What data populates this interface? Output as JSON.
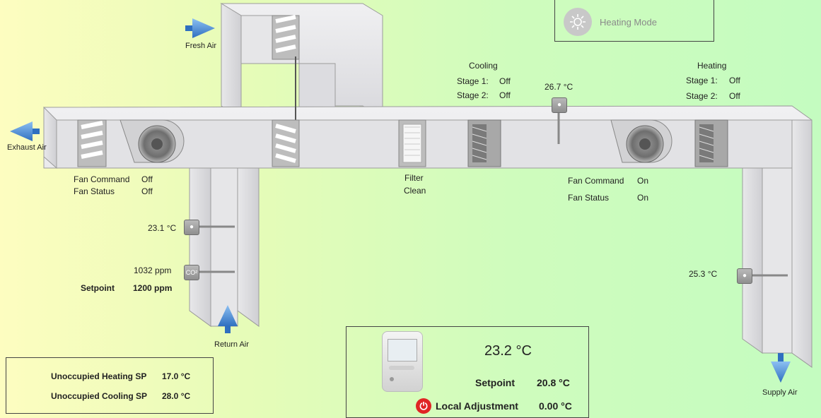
{
  "labels": {
    "fresh_air": "Fresh Air",
    "exhaust_air": "Exhaust Air",
    "return_air": "Return Air",
    "supply_air": "Supply Air"
  },
  "mode": {
    "label": "Heating Mode",
    "icon": "sun-icon"
  },
  "return_fan": {
    "command_label": "Fan Command",
    "command_value": "Off",
    "status_label": "Fan Status",
    "status_value": "Off"
  },
  "supply_fan": {
    "command_label": "Fan Command",
    "command_value": "On",
    "status_label": "Fan Status",
    "status_value": "On"
  },
  "filter": {
    "label": "Filter",
    "status": "Clean"
  },
  "cooling": {
    "title": "Cooling",
    "stage1_label": "Stage 1:",
    "stage1_value": "Off",
    "stage2_label": "Stage 2:",
    "stage2_value": "Off"
  },
  "heating": {
    "title": "Heating",
    "stage1_label": "Stage 1:",
    "stage1_value": "Off",
    "stage2_label": "Stage 2:",
    "stage2_value": "Off"
  },
  "sensors": {
    "mixed_temp": "26.7 °C",
    "return_temp": "23.1 °C",
    "return_co2": "1032 ppm",
    "co2_setpoint_label": "Setpoint",
    "co2_setpoint_value": "1200 ppm",
    "supply_temp": "25.3 °C",
    "co2_icon_text": "CO²"
  },
  "unoccupied": {
    "heating_label": "Unoccupied Heating SP",
    "heating_value": "17.0 °C",
    "cooling_label": "Unoccupied Cooling SP",
    "cooling_value": "28.0 °C"
  },
  "room": {
    "temperature": "23.2 °C",
    "setpoint_label": "Setpoint",
    "setpoint_value": "20.8 °C",
    "local_adj_label": "Local Adjustment",
    "local_adj_value": "0.00 °C"
  },
  "colors": {
    "duct_face": "#e4e4e6",
    "duct_edge": "#9c9c9c",
    "arrow": "#4f8fd6",
    "power": "#e02525"
  }
}
